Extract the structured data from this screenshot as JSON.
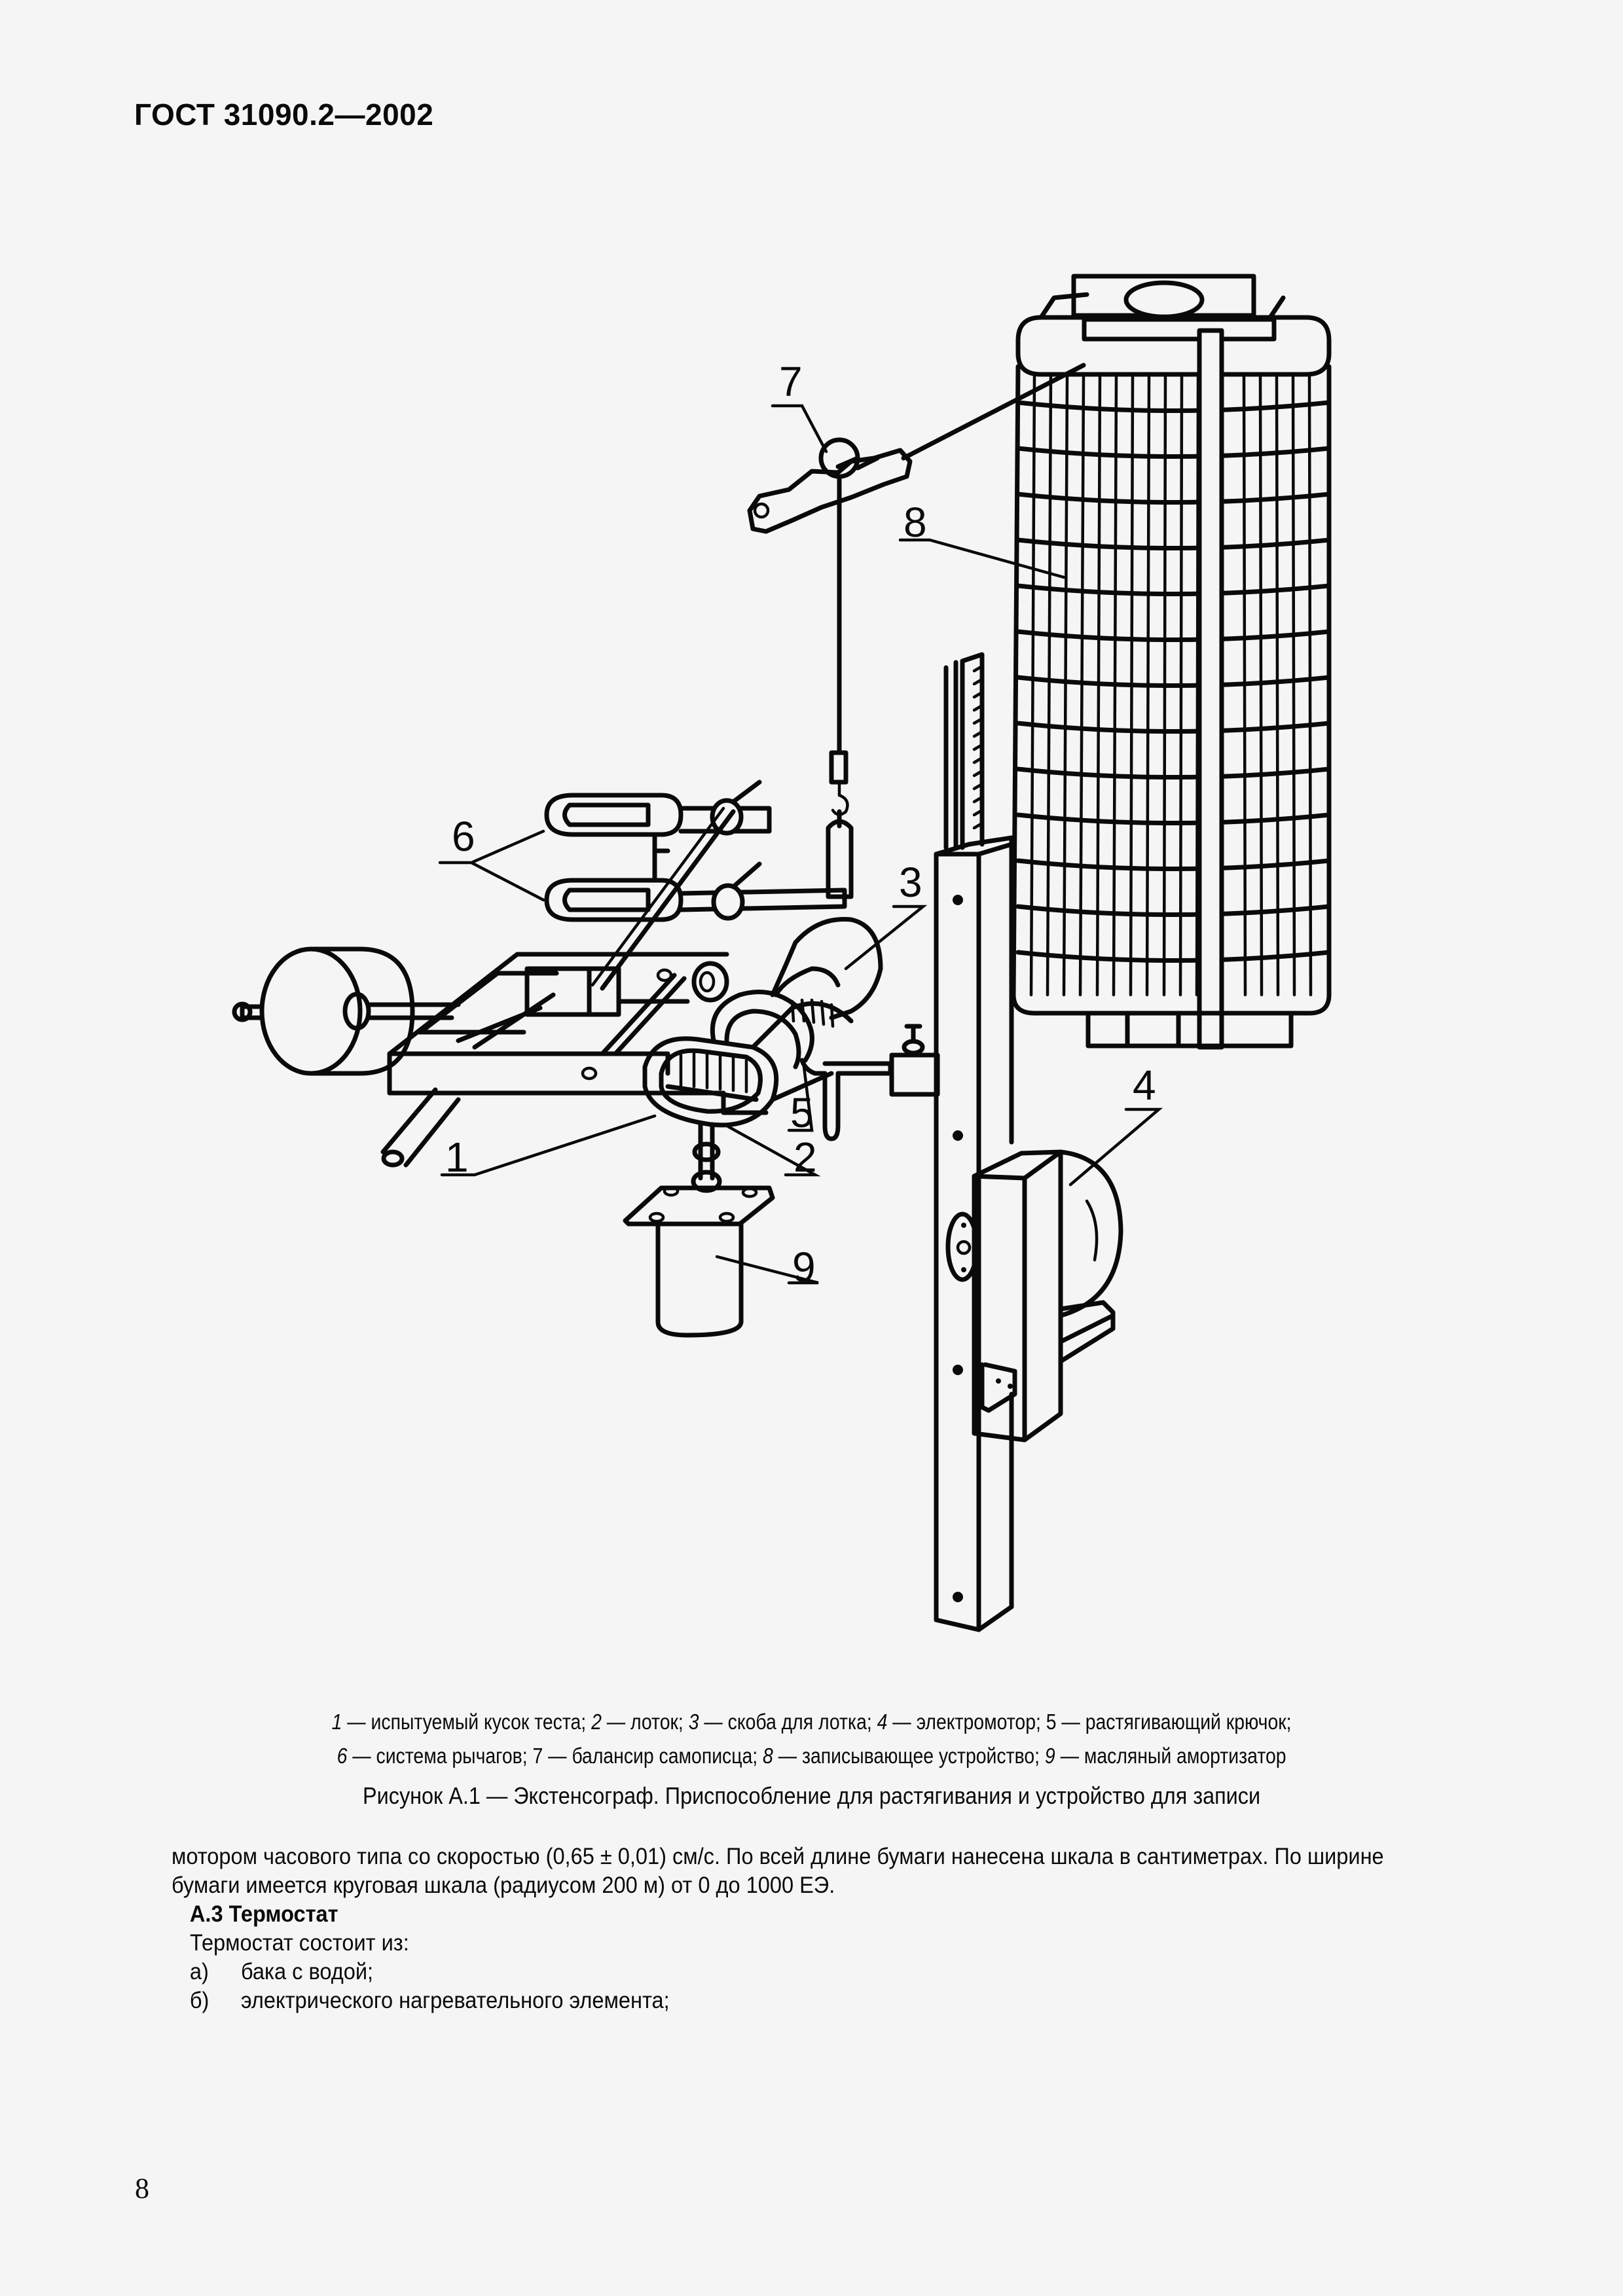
{
  "header": {
    "standard_code": "ГОСТ 31090.2—2002"
  },
  "figure": {
    "callouts": [
      {
        "number": "1",
        "target": "test-dough-piece"
      },
      {
        "number": "2",
        "target": "tray"
      },
      {
        "number": "3",
        "target": "tray-clamp"
      },
      {
        "number": "4",
        "target": "electric-motor"
      },
      {
        "number": "5",
        "target": "stretching-hook"
      },
      {
        "number": "6",
        "target": "lever-system"
      },
      {
        "number": "7",
        "target": "recorder-balancer"
      },
      {
        "number": "8",
        "target": "recording-device"
      },
      {
        "number": "9",
        "target": "oil-damper"
      }
    ],
    "legend_line_1": [
      {
        "num": "1",
        "text": " — испытуемый кусок теста; "
      },
      {
        "num": "2",
        "text": " — лоток; "
      },
      {
        "num": "3",
        "text": " — скоба для лотка; "
      },
      {
        "num": "4",
        "text": " — электромотор; "
      },
      {
        "num": "5",
        "text": " — растягивающий крючок;"
      }
    ],
    "legend_line_2": [
      {
        "num": "6",
        "text": " — система рычагов; "
      },
      {
        "num": "7",
        "text": " — балансир самописца; "
      },
      {
        "num": "8",
        "text": " — записывающее устройство; "
      },
      {
        "num": "9",
        "text": " — масляный амортизатор"
      }
    ],
    "caption": "Рисунок А.1 — Экстенсограф. Приспособление для растягивания и устройство для записи"
  },
  "body": {
    "paragraph_continuation": "мотором часового типа со скоростью (0,65 ± 0,01) см/с. По всей длине бумаги нанесена шкала в сантиметрах. По ширине бумаги имеется круговая шкала (радиусом 200 м) от 0 до 1000 ЕЭ.",
    "section_title": "А.3 Термостат",
    "section_intro": "Термостат состоит из:",
    "list": [
      {
        "marker": "а)",
        "text": "бака с водой;"
      },
      {
        "marker": "б)",
        "text": "электрического нагревательного элемента;"
      }
    ]
  },
  "footer": {
    "page_number": "8"
  }
}
